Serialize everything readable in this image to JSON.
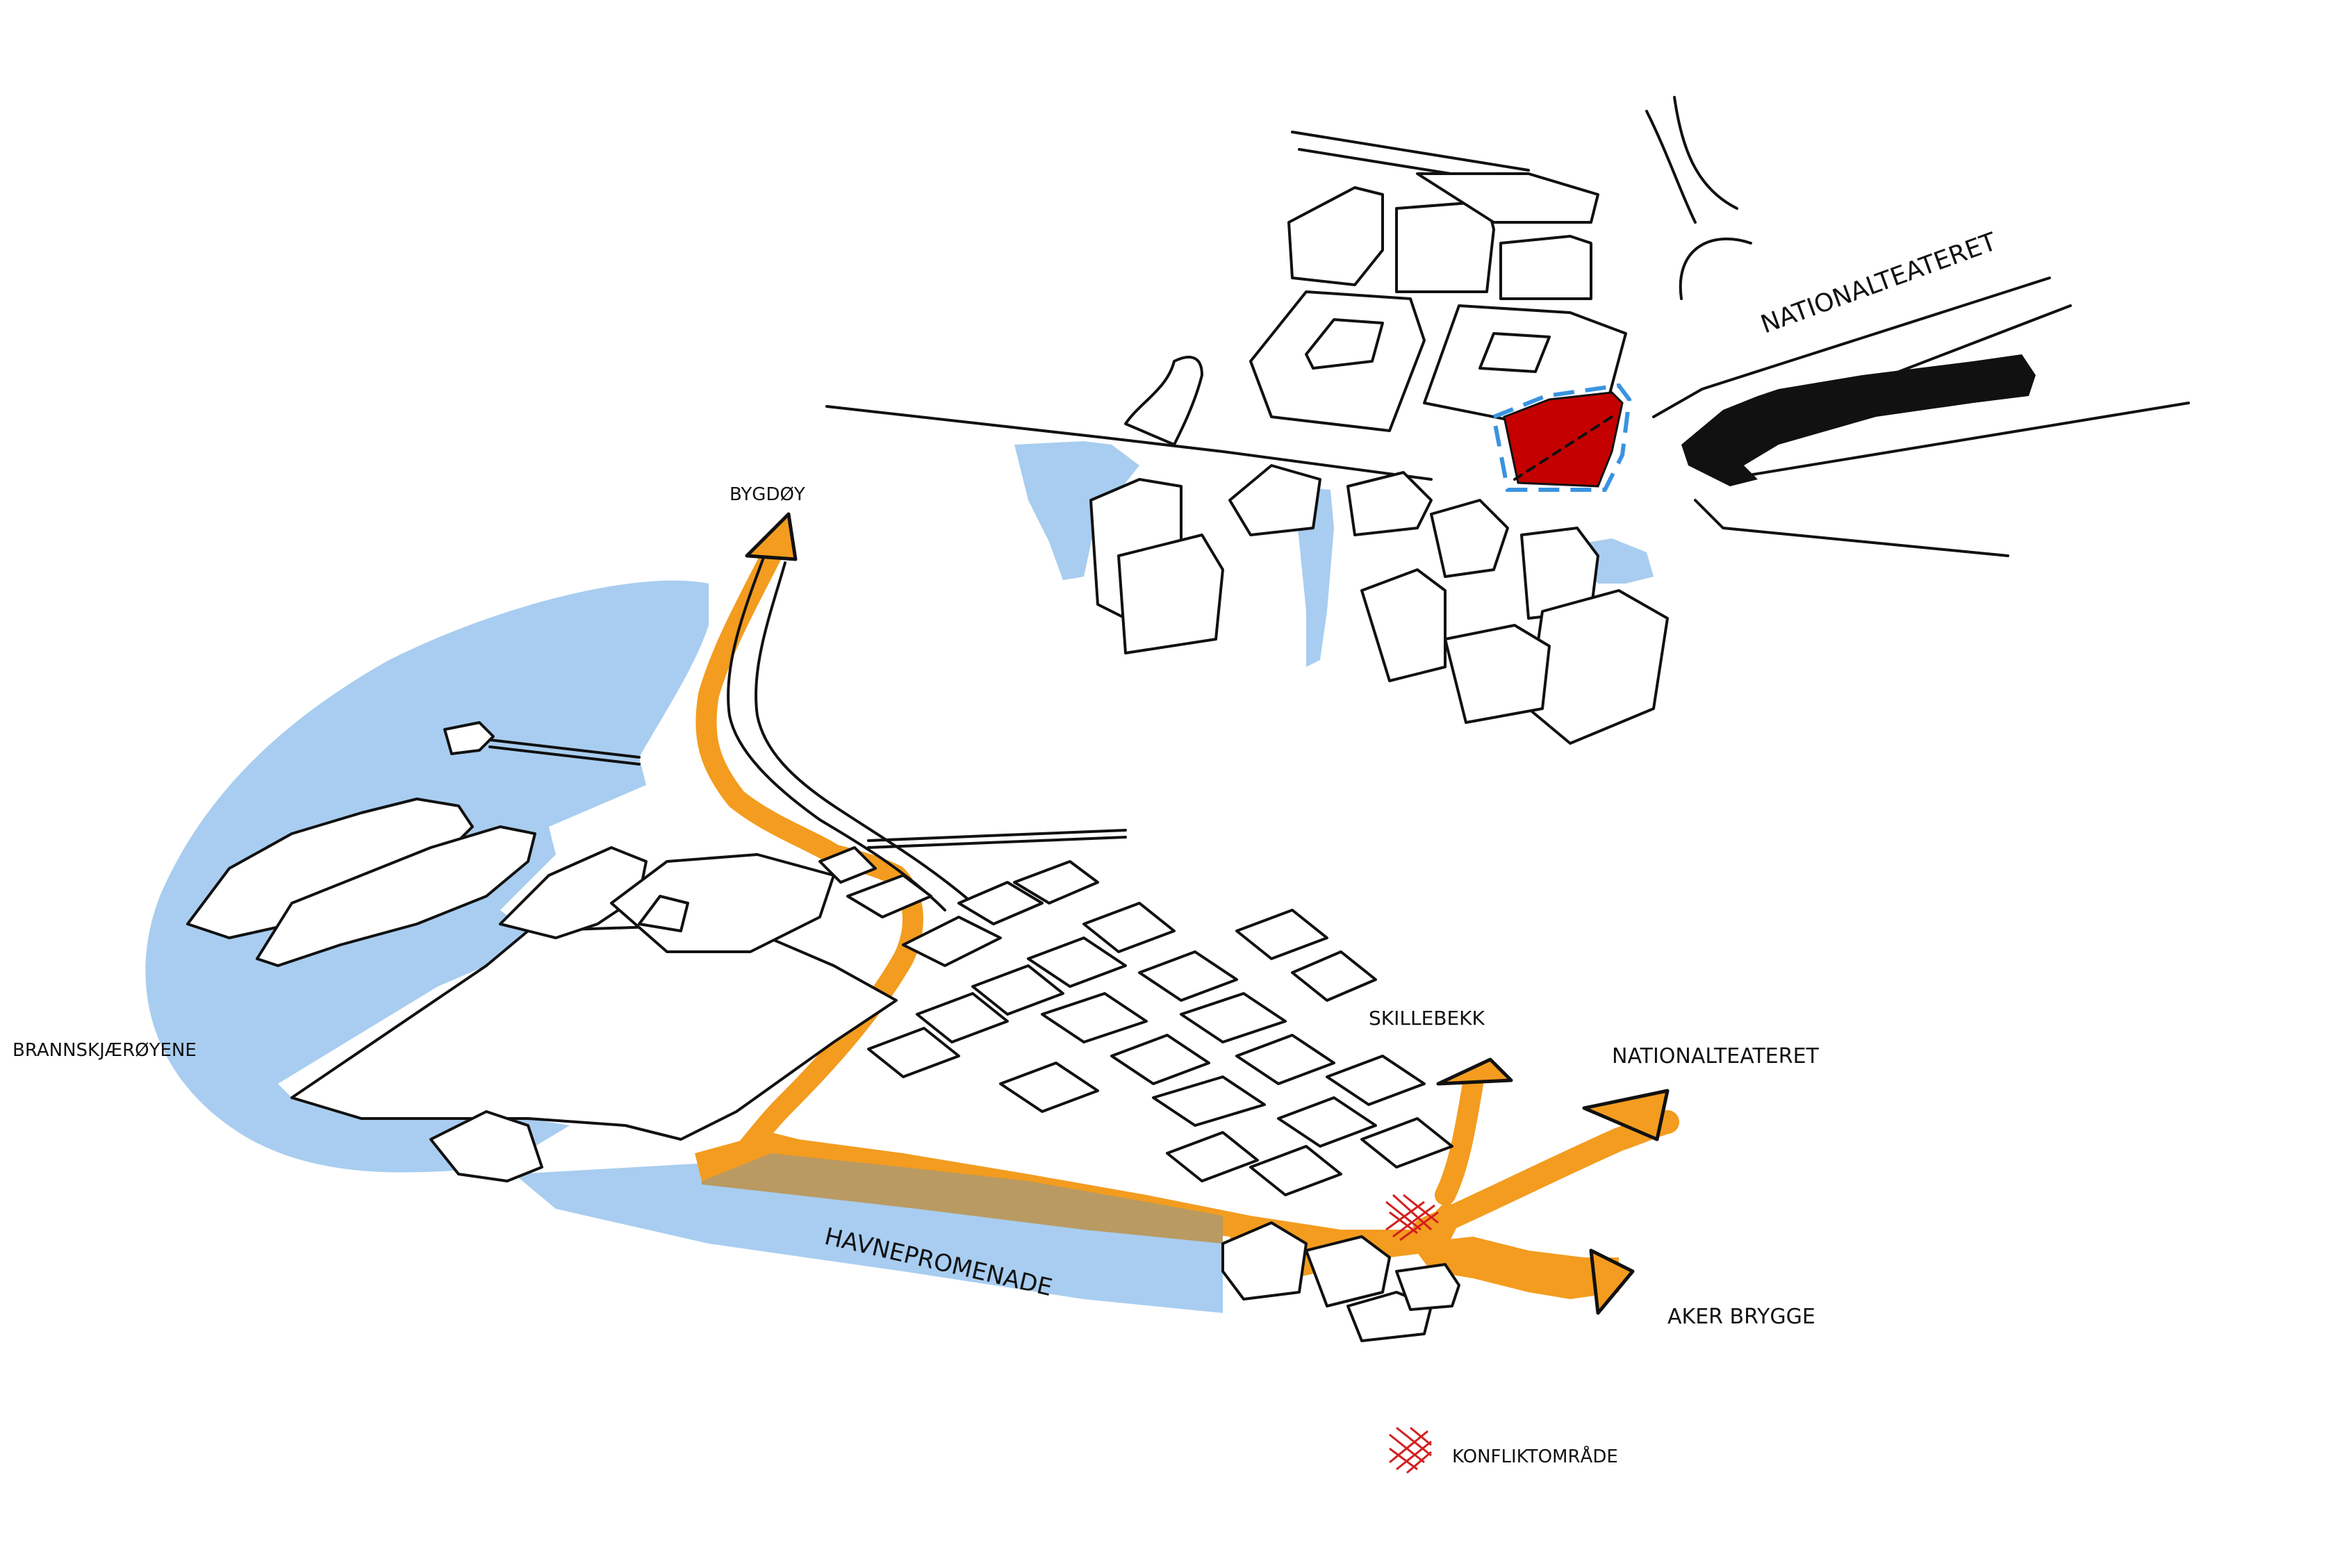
{
  "labels": {
    "nationalteateret_top": "NATIONALTEATERET",
    "bygdoy": "BYGDØY",
    "brannskjaeroyene": "BRANNSKJÆRØYENE",
    "skillebekk": "SKILLEBEKK",
    "nationalteateret": "NATIONALTEATERET",
    "havnepromenade": "HAVNEPROMENADE",
    "aker_brygge": "AKER BRYGGE",
    "legend_konfliktomrade": "KONFLIKTOMRÅDE"
  },
  "colors": {
    "water": "#a8cdf0",
    "route": "#f39c1f",
    "route_overlap": "#b99a62",
    "site": "#c40000",
    "site_outline": "#3a93e0",
    "ink": "#111111",
    "conflict": "#d41f1f"
  },
  "icons": {
    "direction_arrow": "arrow-black-icon",
    "conflict_hatch": "hatch-icon"
  }
}
